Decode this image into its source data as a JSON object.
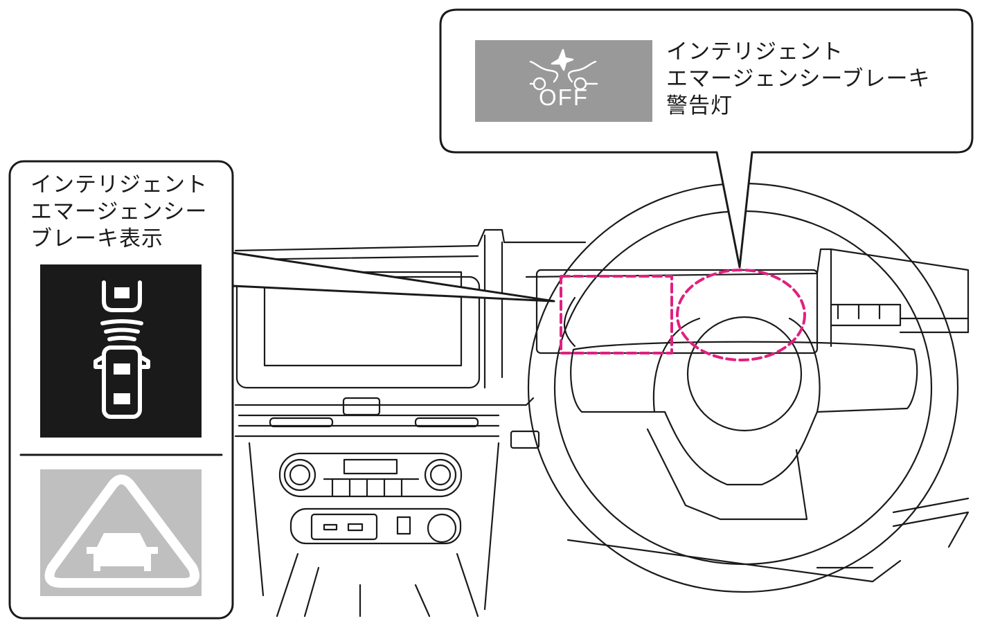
{
  "callout_warning": {
    "label_lines": [
      "インテリジェント",
      "エマージェンシーブレーキ",
      "警告灯"
    ],
    "icon": "emergency-brake-off-icon",
    "icon_text": "OFF",
    "icon_bg": "#999999"
  },
  "callout_display": {
    "label_lines": [
      "インテリジェント",
      "エマージェンシー",
      "ブレーキ表示"
    ],
    "icons": [
      "vehicle-proximity-icon",
      "front-collision-warning-icon"
    ],
    "icon_bg_dark": "#1a1a1a",
    "icon_bg_gray": "#bfbfbf"
  },
  "highlight_color": "#e0207f"
}
